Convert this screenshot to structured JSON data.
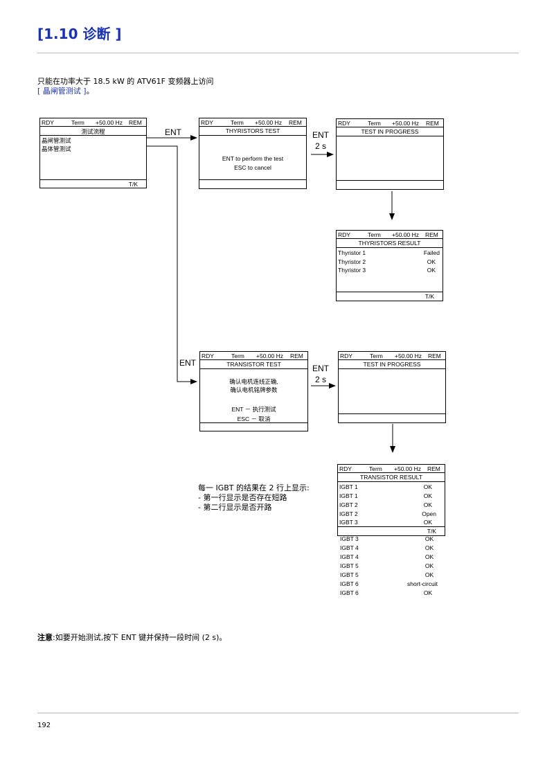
{
  "title": "[1.10 诊断 ]",
  "intro": {
    "line1": "只能在功率大于 18.5 kW 的 ATV61F 变频器上访问",
    "link": "[ 晶闸管测试 ]",
    "suffix": "。"
  },
  "status_bar": {
    "state": "RDY",
    "mode": "Term",
    "freq": "+50.00 Hz",
    "ctrl": "REM"
  },
  "footer_tk": "T/K",
  "labels": {
    "ent": "ENT",
    "two_s": "2 s"
  },
  "menu": {
    "title": "测试流程",
    "items": [
      "晶闸管测试",
      "晶体管测试"
    ]
  },
  "thyristor_test": {
    "title": "THYRISTORS TEST",
    "lines": [
      "ENT to perform the test",
      "ESC to cancel"
    ]
  },
  "test_in_progress": {
    "title": "TEST IN PROGRESS"
  },
  "thyristor_result": {
    "title": "THYRISTORS RESULT",
    "rows": [
      {
        "name": "Thyristor 1",
        "value": "Failed"
      },
      {
        "name": "Thyristor 2",
        "value": "OK"
      },
      {
        "name": "Thyristor 3",
        "value": "OK"
      }
    ]
  },
  "transistor_test": {
    "title": "TRANSISTOR TEST",
    "lines": [
      "确认电机连线正确,",
      "确认电机铭牌参数",
      "ENT － 执行测试",
      "ESC － 取消"
    ]
  },
  "transistor_result": {
    "title": "TRANSISTOR RESULT",
    "rows": [
      {
        "name": "IGBT 1",
        "value": "OK"
      },
      {
        "name": "IGBT 1",
        "value": "OK"
      },
      {
        "name": "IGBT 2",
        "value": "OK"
      },
      {
        "name": "IGBT 2",
        "value": "Open"
      },
      {
        "name": "IGBT 3",
        "value": "OK"
      }
    ],
    "extra_rows": [
      {
        "name": "IGBT 3",
        "value": "OK"
      },
      {
        "name": "IGBT 4",
        "value": "OK"
      },
      {
        "name": "IGBT 4",
        "value": "OK"
      },
      {
        "name": "IGBT 5",
        "value": "OK"
      },
      {
        "name": "IGBT 5",
        "value": "OK"
      },
      {
        "name": "IGBT 6",
        "value": "short-circuit"
      },
      {
        "name": "IGBT 6",
        "value": "OK"
      }
    ]
  },
  "side_note": [
    "每一 IGBT 的结果在 2 行上显示:",
    "- 第一行显示是否存在短路",
    "- 第二行显示是否开路"
  ],
  "bottom_note": {
    "bold": "注意",
    "text": ":如要开始测试,按下 ENT 键并保持一段时间 (2 s)。"
  },
  "page_number": "192",
  "colors": {
    "title_blue": "#1a32b4"
  }
}
